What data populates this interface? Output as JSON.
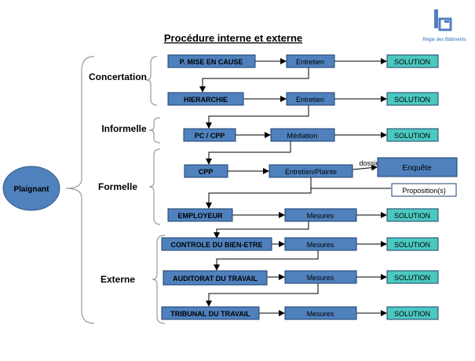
{
  "title": "Procédure interne et externe",
  "logo": {
    "text": "Régie des Bâtiments",
    "color": "#2f6db5"
  },
  "plaignant": "Plaignant",
  "categories": {
    "concertation": "Concertation",
    "informelle": "Informelle",
    "formelle": "Formelle",
    "externe": "Externe"
  },
  "nodes": {
    "mise_en_cause": "P. MISE EN CAUSE",
    "hierarchie": "HIERARCHIE",
    "pc_cpp": "PC / CPP",
    "cpp": "CPP",
    "employeur": "EMPLOYEUR",
    "controle": "CONTROLE DU BIEN-ETRE",
    "auditorat": "AUDITORAT DU TRAVAIL",
    "tribunal": "TRIBUNAL DU TRAVAIL",
    "entretien": "Entretien",
    "mediation": "Médiation",
    "entretien_plainte": "Entretien/Plainte",
    "mesures": "Mesures",
    "enquete": "Enquête",
    "proposition": "Proposition(s)",
    "solution": "SOLUTION",
    "dossier": "dossier"
  },
  "colors": {
    "box_fill": "#4f81bd",
    "box_stroke": "#1f3f6e",
    "solution_fill": "#4bc8c0",
    "white_fill": "#ffffff",
    "line": "#000000",
    "bracket": "#9b9b9b",
    "ellipse_fill": "#4f81bd"
  }
}
